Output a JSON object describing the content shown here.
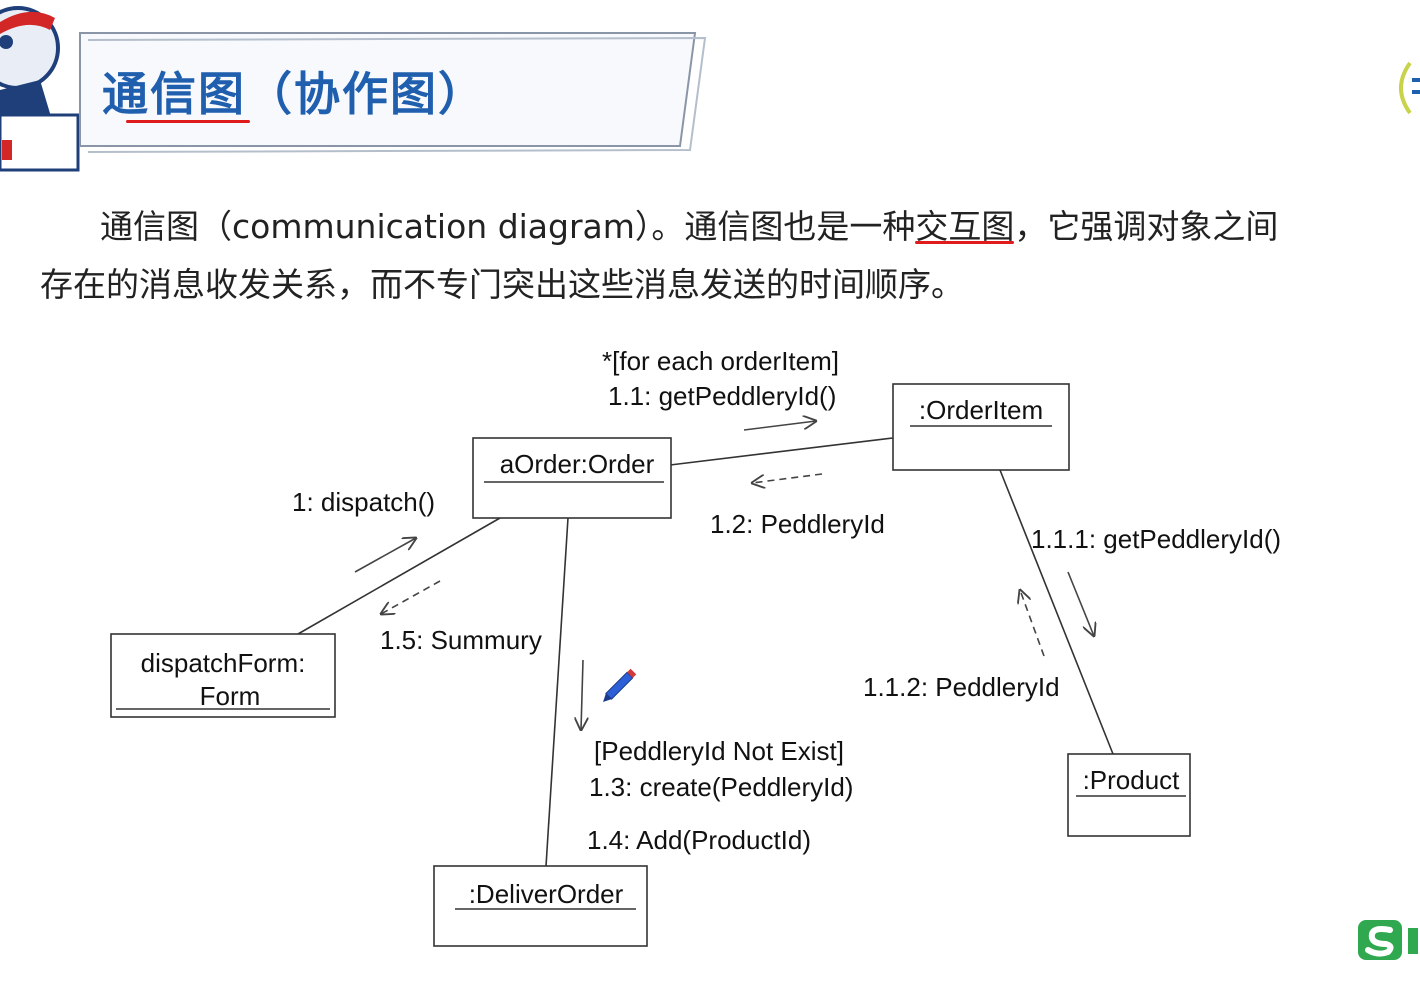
{
  "slide": {
    "title": "通信图（协作图）",
    "paragraph": {
      "line1_before": "通信图（communication diagram）。通信图也是一种",
      "line1_highlight": "交互图",
      "line1_after": "，它强调对象之间",
      "line2": "存在的消息收发关系，而不专门突出这些消息发送的时间顺序。"
    }
  },
  "diagram": {
    "objects": {
      "order": "aOrder:Order",
      "order_item": ":OrderItem",
      "dispatch_form_line1": "dispatchForm:",
      "dispatch_form_line2": "Form",
      "product": ":Product",
      "deliver_order": ":DeliverOrder"
    },
    "messages": {
      "m1": "1: dispatch()",
      "m1_1_guard": "*[for each orderItem]",
      "m1_1": "1.1: getPeddleryId()",
      "m1_2": "1.2: PeddleryId",
      "m1_1_1": "1.1.1: getPeddleryId()",
      "m1_1_2": "1.1.2: PeddleryId",
      "m1_3_guard": "[PeddleryId Not Exist]",
      "m1_3": "1.3: create(PeddleryId)",
      "m1_4": "1.4: Add(ProductId)",
      "m1_5": "1.5: Summury"
    }
  },
  "colors": {
    "title": "#1f5fae",
    "underline": "#e01b1b",
    "logo": "#2fa84f"
  }
}
